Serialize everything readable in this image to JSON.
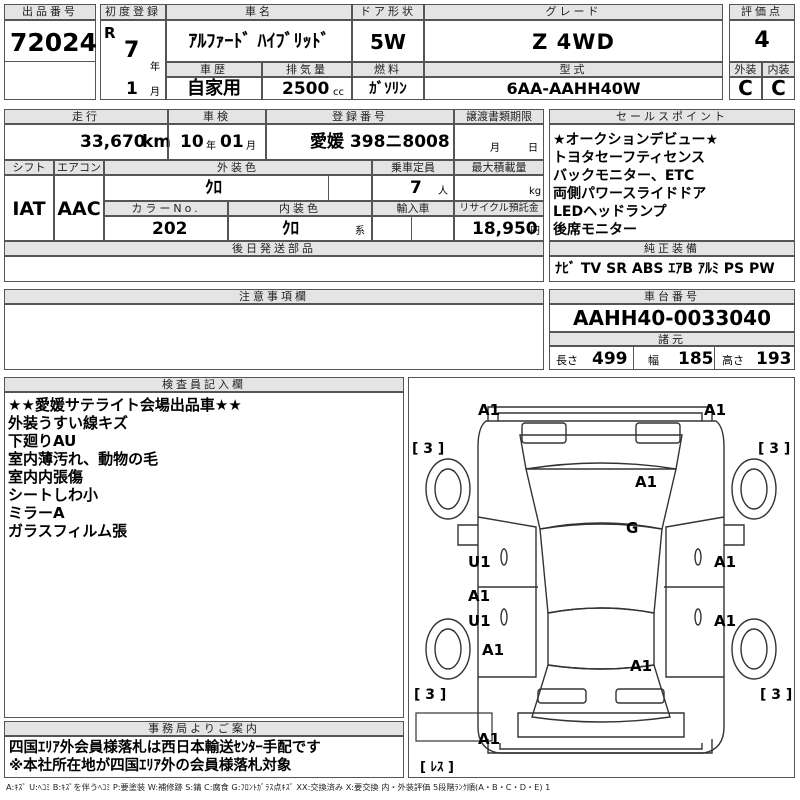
{
  "sheet": {
    "lot": {
      "label": "出品番号",
      "value": "72024"
    },
    "first_reg": {
      "label": "初度登録",
      "era": "R",
      "year": "7",
      "year_unit": "年",
      "month": "1",
      "month_unit": "月"
    },
    "car_name": {
      "label": "車名",
      "value": "ｱﾙﾌｧｰﾄﾞ ﾊｲﾌﾞﾘｯﾄﾞ"
    },
    "door": {
      "label": "ドア形状",
      "value": "5W"
    },
    "grade": {
      "label": "グレード",
      "value": "Z 4WD"
    },
    "score": {
      "label": "評価点",
      "value": "4"
    },
    "history": {
      "label": "車歴",
      "value": "自家用"
    },
    "displacement": {
      "label": "排気量",
      "value": "2500",
      "unit": "cc"
    },
    "fuel": {
      "label": "燃料",
      "value": "ｶﾞｿﾘﾝ"
    },
    "model": {
      "label": "型式",
      "value": "6AA-AAHH40W"
    },
    "exterior_grade": {
      "label": "外装",
      "value": "C"
    },
    "interior_grade": {
      "label": "内装",
      "value": "C"
    },
    "mileage": {
      "label": "走行",
      "value": "33,670",
      "unit": "km"
    },
    "inspection": {
      "label": "車検",
      "year": "10",
      "year_unit": "年",
      "month": "01",
      "month_unit": "月"
    },
    "plate": {
      "label": "登録番号",
      "value": "愛媛 398ニ8008"
    },
    "transfer": {
      "label": "譲渡書類期限",
      "month_unit": "月",
      "day_unit": "日"
    },
    "shift": {
      "label": "シフト",
      "value": "IAT"
    },
    "ac": {
      "label": "エアコン",
      "value": "AAC"
    },
    "ext_color": {
      "label": "外装色",
      "value": "ｸﾛ"
    },
    "capacity": {
      "label": "乗車定員",
      "value": "7",
      "unit": "人"
    },
    "max_load": {
      "label": "最大積載量",
      "unit": "kg"
    },
    "color_no": {
      "label": "カラーNo.",
      "value": "202"
    },
    "int_color": {
      "label": "内装色",
      "value": "ｸﾛ",
      "unit": "系"
    },
    "import": {
      "label": "輸入車"
    },
    "recycle": {
      "label": "リサイクル預託金",
      "value": "18,950",
      "unit": "円"
    },
    "later_parts": {
      "label": "後日発送部品"
    },
    "notes": {
      "label": "注意事項欄"
    },
    "sales_points": {
      "label": "セールスポイント",
      "items": [
        "★オークションデビュー★",
        "トヨタセーフティセンス",
        "バックモニター、ETC",
        "両側パワースライドドア",
        "LEDヘッドランプ",
        "後席モニター"
      ]
    },
    "equipment": {
      "label": "純正装備",
      "value": "ﾅﾋﾞ TV SR ABS ｴｱB ｱﾙﾐ PS PW"
    },
    "chassis": {
      "label": "車台番号",
      "value": "AAHH40-0033040"
    },
    "specs": {
      "label": "諸元",
      "length_label": "長さ",
      "length": "499",
      "width_label": "幅",
      "width": "185",
      "height_label": "高さ",
      "height": "193"
    },
    "inspector": {
      "label": "検査員記入欄",
      "items": [
        "★★愛媛サテライト会場出品車★★",
        "外装うすい線キズ",
        "下廻りAU",
        "室内薄汚れ、動物の毛",
        "室内内張傷",
        "シートしわ小",
        "ミラーA",
        "ガラスフィルム張"
      ]
    },
    "office": {
      "label": "事務局よりご案内",
      "lines": [
        "四国ｴﾘｱ外会員様落札は西日本輸送ｾﾝﾀｰ手配です",
        "※本社所在地が四国ｴﾘｱ外の会員様落札対象"
      ]
    },
    "diagram": {
      "marks": [
        "A1",
        "A1",
        "A1",
        "G",
        "U1",
        "A1",
        "A1",
        "U1",
        "A1",
        "A1",
        "A1"
      ],
      "tires": [
        "[ 3 ]",
        "[ 3 ]",
        "[ 3 ]",
        "[ 3 ]"
      ],
      "spare": "[ ﾚｽ ]"
    },
    "legend": "A:ｷｽﾞ U:ﾍｺﾐ B:ｷｽﾞを伴うﾍｺﾐ P:要塗装 W:補修跡 S:錆 C:腐食 G:ﾌﾛﾝﾄｶﾞﾗｽ点ｷｽﾞ XX:交換済み X:要交換 内・外装評価 5段階ﾗﾝｸ順(A・B・C・D・E) 1"
  }
}
